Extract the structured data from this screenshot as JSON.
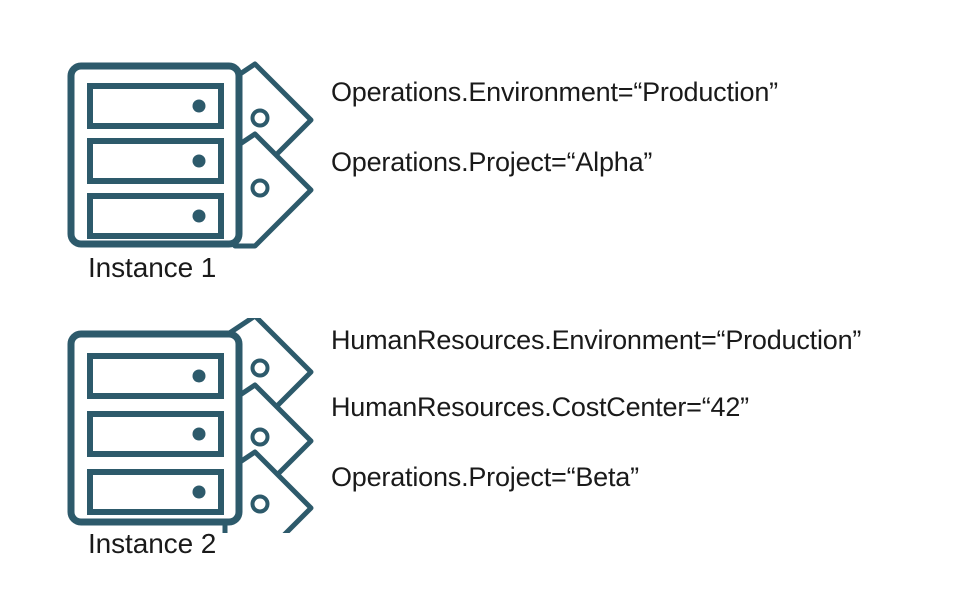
{
  "theme": {
    "background": "#ffffff",
    "stroke_color": "#2d5a6b",
    "text_color": "#1a1a1a"
  },
  "diagram": {
    "type": "tagged-resource-diagram",
    "instances": [
      {
        "caption": "Instance 1",
        "slot_count": 3,
        "tags": [
          {
            "label": "Operations.Environment=“Production”",
            "namespace": "Operations",
            "key": "Environment",
            "value": "Production"
          },
          {
            "label": "Operations.Project=“Alpha”",
            "namespace": "Operations",
            "key": "Project",
            "value": "Alpha"
          }
        ]
      },
      {
        "caption": "Instance 2",
        "slot_count": 3,
        "tags": [
          {
            "label": "HumanResources.Environment=“Production”",
            "namespace": "HumanResources",
            "key": "Environment",
            "value": "Production"
          },
          {
            "label": "HumanResources.CostCenter=“42”",
            "namespace": "HumanResources",
            "key": "CostCenter",
            "value": "42"
          },
          {
            "label": "Operations.Project=“Beta”",
            "namespace": "Operations",
            "key": "Project",
            "value": "Beta"
          }
        ]
      }
    ]
  }
}
